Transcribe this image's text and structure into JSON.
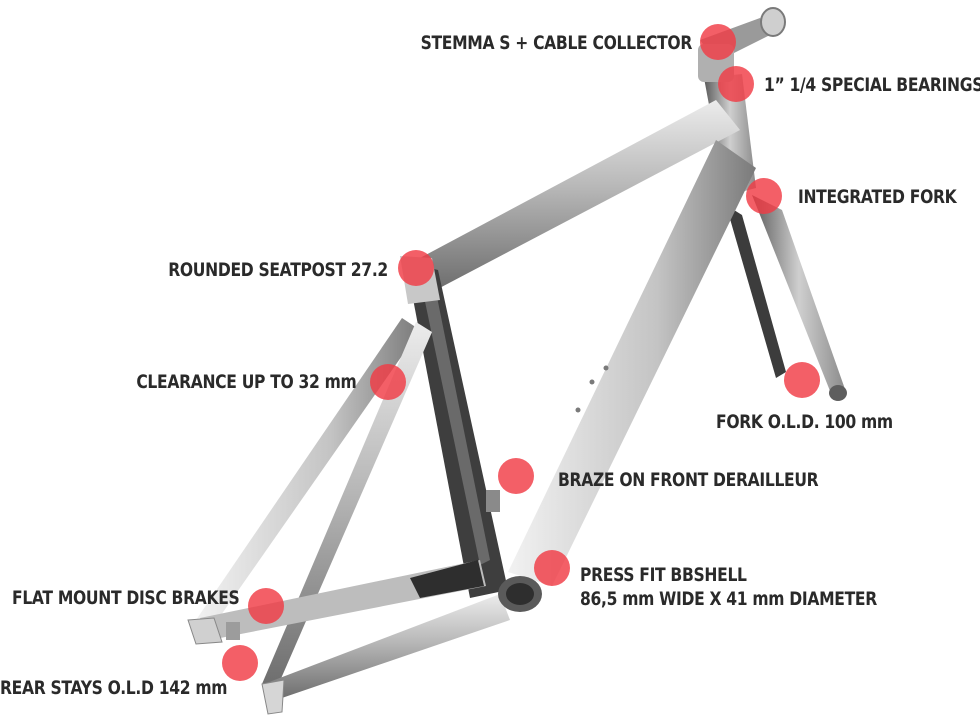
{
  "colors": {
    "hotspot": "#f03c46",
    "label": "#2a2a2a",
    "frame_light": "#e2e2e2",
    "frame_mid": "#a9a9a9",
    "frame_dark": "#4a4a4a"
  },
  "callouts": {
    "stem": "STEMMA S + CABLE COLLECTOR",
    "bearings": "1” 1/4 SPECIAL BEARINGS",
    "fork": "INTEGRATED FORK",
    "seatpost": "ROUNDED SEATPOST 27.2",
    "clearance": "CLEARANCE UP TO 32 mm",
    "fork_old": "FORK O.L.D. 100 mm",
    "braze_on": "BRAZE ON FRONT DERAILLEUR",
    "bbshell_line1": "PRESS FIT BBSHELL",
    "bbshell_line2": "86,5 mm WIDE X 41 mm DIAMETER",
    "disc": "FLAT MOUNT DISC BRAKES",
    "rear_stays": "REAR STAYS O.L.D 142 mm"
  }
}
